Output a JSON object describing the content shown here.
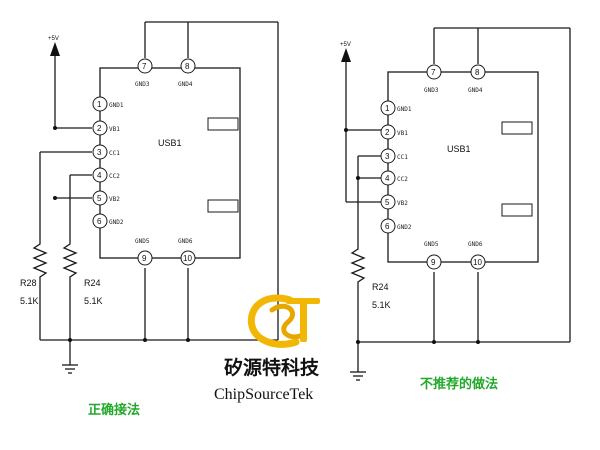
{
  "left_circuit": {
    "vcc": "+5V",
    "chip": "USB1",
    "left_pins": [
      {
        "num": "1",
        "label": "GND1"
      },
      {
        "num": "2",
        "label": "VB1"
      },
      {
        "num": "3",
        "label": "CC1"
      },
      {
        "num": "4",
        "label": "CC2"
      },
      {
        "num": "5",
        "label": "VB2"
      },
      {
        "num": "6",
        "label": "GND2"
      }
    ],
    "top_pins": [
      {
        "num": "7",
        "label": "GND3"
      },
      {
        "num": "8",
        "label": "GND4"
      }
    ],
    "bottom_pins": [
      {
        "num": "9",
        "label": "GND5"
      },
      {
        "num": "10",
        "label": "GND6"
      }
    ],
    "resistors": [
      {
        "ref": "R28",
        "value": "5.1K"
      },
      {
        "ref": "R24",
        "value": "5.1K"
      }
    ],
    "caption": "正确接法"
  },
  "right_circuit": {
    "vcc": "+5V",
    "chip": "USB1",
    "left_pins": [
      {
        "num": "1",
        "label": "GND1"
      },
      {
        "num": "2",
        "label": "VB1"
      },
      {
        "num": "3",
        "label": "CC1"
      },
      {
        "num": "4",
        "label": "CC2"
      },
      {
        "num": "5",
        "label": "VB2"
      },
      {
        "num": "6",
        "label": "GND2"
      }
    ],
    "top_pins": [
      {
        "num": "7",
        "label": "GND3"
      },
      {
        "num": "8",
        "label": "GND4"
      }
    ],
    "bottom_pins": [
      {
        "num": "9",
        "label": "GND5"
      },
      {
        "num": "10",
        "label": "GND6"
      }
    ],
    "resistors": [
      {
        "ref": "R24",
        "value": "5.1K"
      }
    ],
    "caption": "不推荐的做法"
  },
  "brand": {
    "name_cn": "矽源特科技",
    "name_en": "ChipSourceTek"
  },
  "colors": {
    "caption_green": "#22a82a",
    "logo_gold": "#f2b705"
  }
}
